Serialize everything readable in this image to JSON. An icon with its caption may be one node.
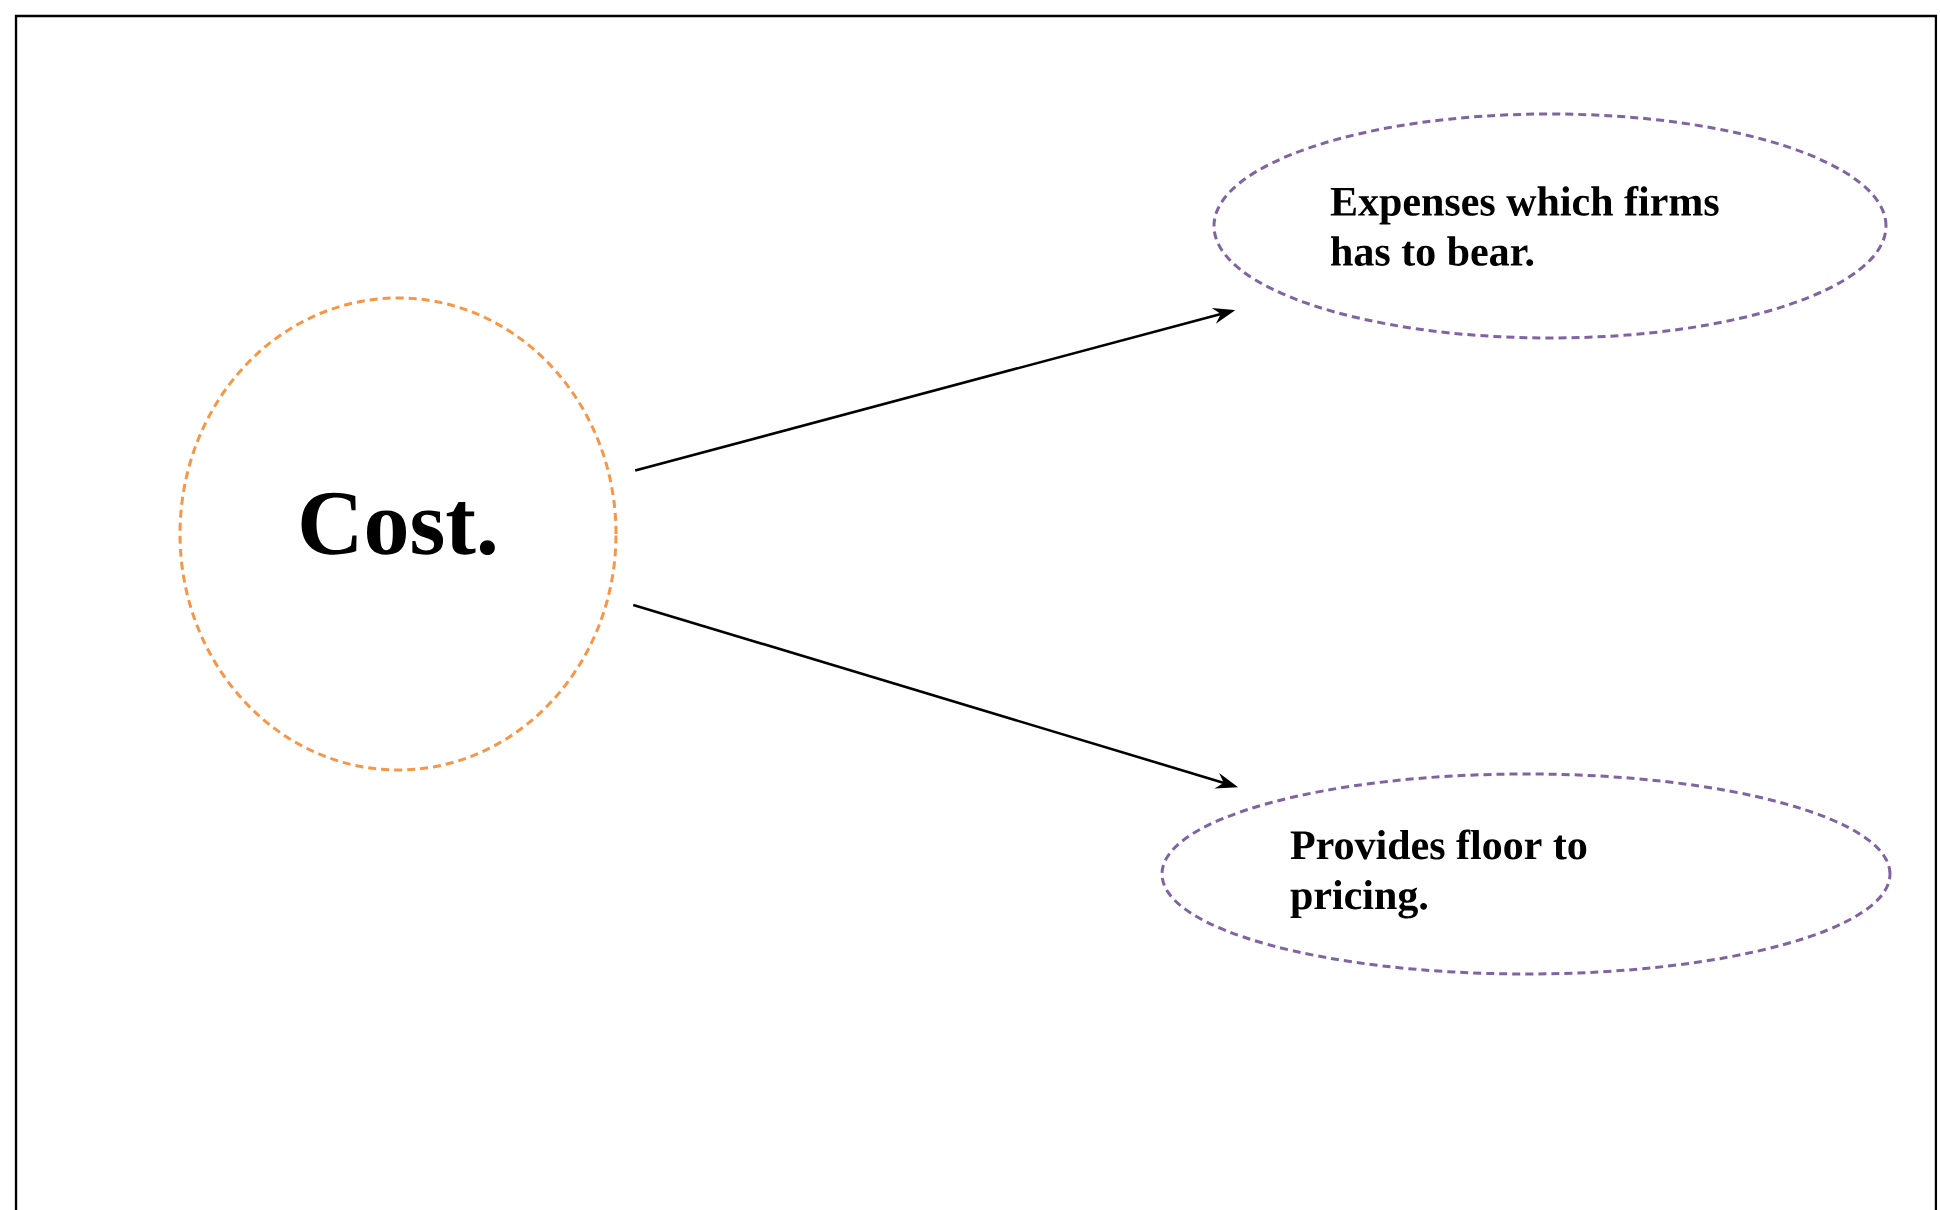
{
  "diagram": {
    "nodes": [
      {
        "text": [
          "Cost."
        ]
      },
      {
        "text": [
          "Expenses which firms has to bear."
        ]
      },
      {
        "text": [
          "Provides floor to pricing."
        ]
      }
    ],
    "edges": [
      {
        "from": 0,
        "to": 1,
        "arrow": "to"
      },
      {
        "from": 0,
        "to": 2,
        "arrow": "to"
      }
    ]
  }
}
